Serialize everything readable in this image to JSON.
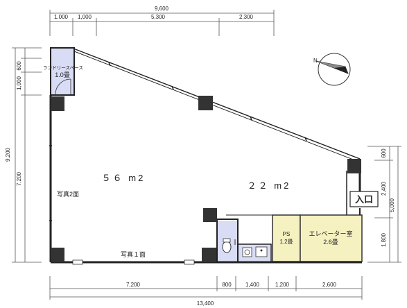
{
  "top_dims": {
    "total": "9,600",
    "d1": "1,000",
    "d2": "1,000",
    "d3": "5,300",
    "d4": "2,300"
  },
  "left_dims": {
    "total": "9,200",
    "d_top": "1,000",
    "d_small": "600",
    "d_main": "7,200"
  },
  "right_dims": {
    "d_top": "600",
    "d_mid": "2,400",
    "d_bot": "1,800",
    "total": "5,000"
  },
  "bottom_dims": {
    "d1": "7,200",
    "d2": "800",
    "d3": "1,400",
    "d4": "1,200",
    "d5": "2,600",
    "total": "13,400"
  },
  "rooms": {
    "laundry_name": "ランドリースペース",
    "laundry_size": "1.0畳",
    "main_area": "５６ m2",
    "side_area": "２２ m2",
    "ps_name": "PS",
    "ps_size": "1.2畳",
    "elevator_name": "エレベーター室",
    "elevator_size": "2.6畳",
    "entrance": "入口"
  },
  "photos": {
    "photo1": "写真１面",
    "photo2": "写真2面"
  },
  "colors": {
    "wall": "#222222",
    "pillar": "#333333",
    "wet_area": "#d8dcf5",
    "ps_elevator": "#f5f1c0"
  }
}
